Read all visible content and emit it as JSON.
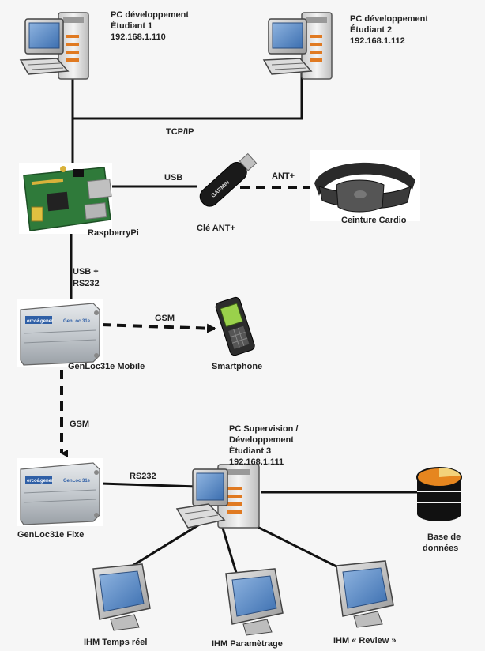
{
  "nodes": {
    "pc_dev1": {
      "name": "PC développement",
      "sub": "Étudiant 1",
      "ip": "192.168.1.110"
    },
    "pc_dev2": {
      "name": "PC développement",
      "sub": "Étudiant 2",
      "ip": "192.168.1.112"
    },
    "raspberry": {
      "name": "RaspberryPi"
    },
    "ant_key": {
      "name": "Clé ANT+",
      "brand": "GARMIN"
    },
    "belt": {
      "name": "Ceinture Cardio"
    },
    "genloc_mobile": {
      "name": "GenLoc31e Mobile",
      "brand": "erco&gener",
      "model": "GenLoc 31e"
    },
    "smartphone": {
      "name": "Smartphone"
    },
    "genloc_fixe": {
      "name": "GenLoc31e Fixe",
      "brand": "erco&gener",
      "model": "GenLoc 31e"
    },
    "pc_sup": {
      "line1": "PC Supervision /",
      "line2": "Développement",
      "line3": "Étudiant 3",
      "ip": "192.168.1.111"
    },
    "database": {
      "line1": "Base de",
      "line2": "données"
    },
    "ihm1": {
      "name": "IHM Temps réel"
    },
    "ihm2": {
      "name": "IHM Paramètrage"
    },
    "ihm3": {
      "name": "IHM « Review »"
    }
  },
  "links": {
    "tcpip": "TCP/IP",
    "usb": "USB",
    "antplus": "ANT+",
    "usb_rs232_1": "USB +",
    "usb_rs232_2": "RS232",
    "gsm_phone": "GSM",
    "gsm_vertical": "GSM",
    "rs232": "RS232"
  }
}
